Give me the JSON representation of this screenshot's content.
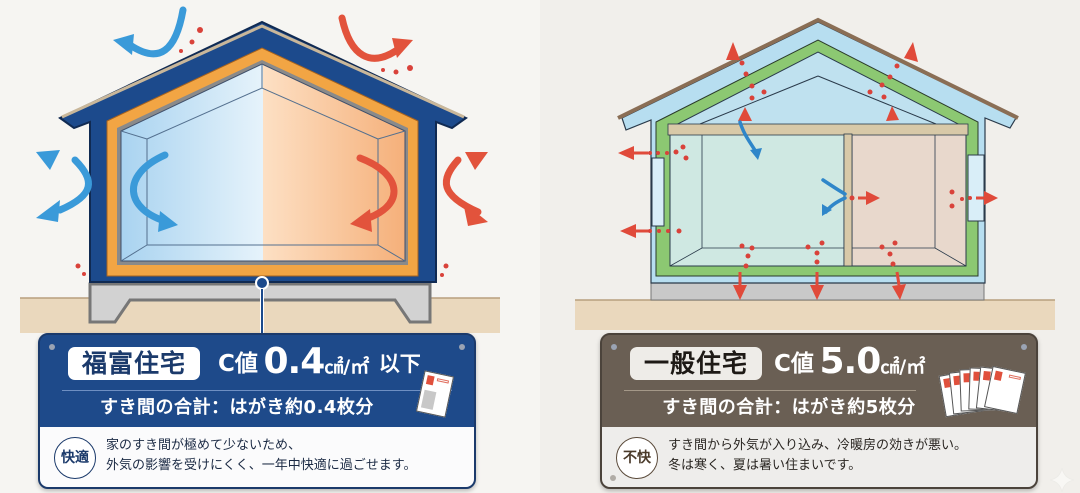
{
  "colors": {
    "fukutomi_primary": "#1e4a8a",
    "fukutomi_dark": "#1b3a6b",
    "fukutomi_insulation": "#f2a544",
    "ippan_primary": "#6a5f54",
    "ippan_insulation": "#7fc06a",
    "cold_arrow": "#3a9ad9",
    "warm_arrow": "#e2533c",
    "leak_dot": "#d9423a",
    "ground": "#ead8bd"
  },
  "left": {
    "illustration": {
      "name": "airtight-house-diagram",
      "interior_cool": "#bfe0f5",
      "interior_warm": "#f7c295"
    },
    "card": {
      "title": "福富住宅",
      "c_label": "C値",
      "c_value": "0.4",
      "c_unit": "㎠/㎡",
      "c_suffix": "以下",
      "gap_summary": "すき間の合計：はがき約0.4枚分",
      "postcard_count": 1,
      "badge": "快適",
      "description_lines": [
        "家のすき間が極めて少ないため、",
        "外気の影響を受けにくく、一年中快適に過ごせます。"
      ]
    }
  },
  "right": {
    "illustration": {
      "name": "leaky-house-diagram",
      "interior_left": "#cfe8e2",
      "interior_right": "#e8d8cc"
    },
    "card": {
      "title": "一般住宅",
      "c_label": "C値",
      "c_value": "5.0",
      "c_unit": "㎠/㎡",
      "c_suffix": "",
      "gap_summary": "すき間の合計：はがき約5枚分",
      "postcard_count": 5,
      "badge": "不快",
      "description_lines": [
        "すき間から外気が入り込み、冷暖房の効きが悪い。",
        "冬は寒く、夏は暑い住まいです。"
      ]
    }
  }
}
